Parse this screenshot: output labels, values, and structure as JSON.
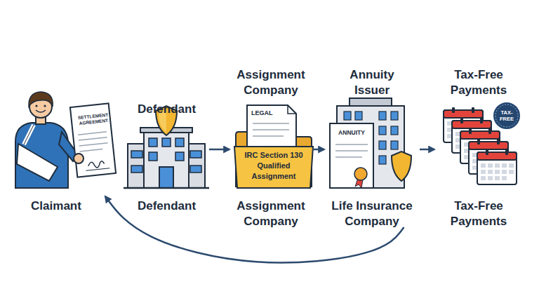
{
  "diagram": {
    "nodes": [
      {
        "text": [
          "Claimant"
        ]
      },
      {
        "text": [
          "Defendant",
          "Defendant"
        ]
      },
      {
        "text": [
          "Assignment Company",
          "Assignment Company"
        ]
      },
      {
        "text": [
          "Annuity Issuer",
          "Life Insurance Company"
        ]
      },
      {
        "text": [
          "Tax-Free Payments",
          "Tax-Free Payments"
        ]
      }
    ],
    "edges": [
      {
        "from": 1,
        "to": 2,
        "arrow": "to"
      },
      {
        "from": 2,
        "to": 3,
        "arrow": "to"
      },
      {
        "from": 3,
        "to": 4,
        "arrow": "to"
      },
      {
        "from": 3,
        "to": 0,
        "arrow": "to"
      }
    ],
    "labels": [
      "SETTLEMENT AGREEMENT",
      "LEGAL",
      "IRC Section 130 Qualified Assignment",
      "ANNUITY",
      "TAX-FREE"
    ]
  }
}
